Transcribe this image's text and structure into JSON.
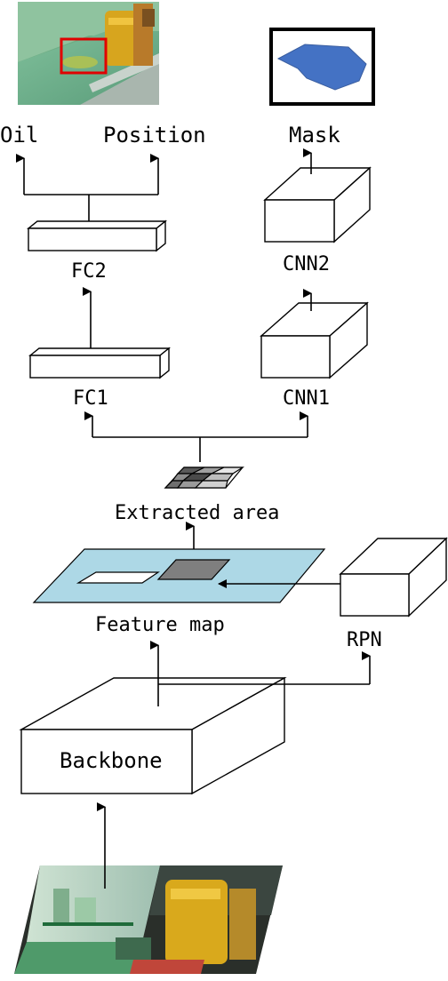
{
  "labels": {
    "oil": "Oil",
    "position": "Position",
    "mask": "Mask",
    "fc2": "FC2",
    "cnn2": "CNN2",
    "fc1": "FC1",
    "cnn1": "CNN1",
    "extracted_area": "Extracted area",
    "feature_map": "Feature map",
    "rpn": "RPN",
    "backbone": "Backbone"
  },
  "colors": {
    "feature_map_fill": "#add8e6",
    "mask_fill": "#4472c4",
    "detection_box": "#e00000",
    "roi_dark": "#7f7f7f"
  },
  "images": {
    "top": "detection-result-photo",
    "bottom": "input-plant-photo"
  }
}
